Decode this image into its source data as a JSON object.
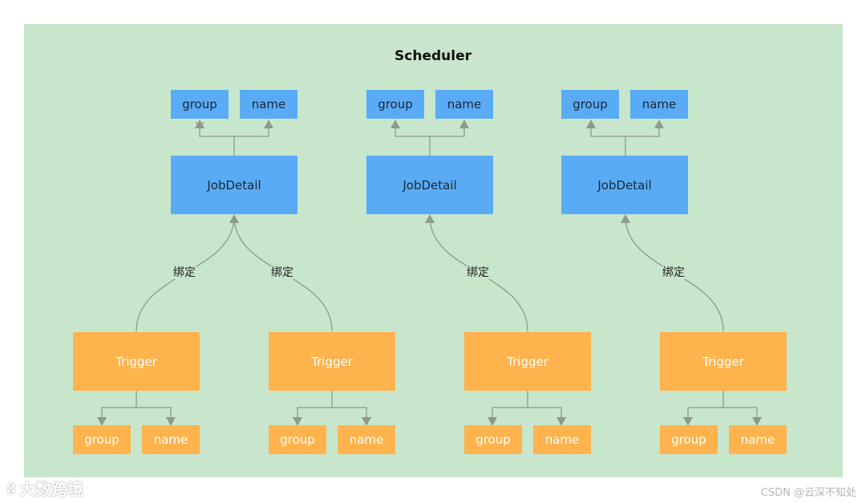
{
  "title": "Scheduler",
  "job_detail_label": "JobDetail",
  "trigger_label": "Trigger",
  "group_label": "group",
  "name_label": "name",
  "binding_label": "绑定",
  "watermark_left": "大数跨境",
  "watermark_right": "CSDN @云深不知处",
  "colors": {
    "panel": "#c8e6cb",
    "job_detail": "#5aabf5",
    "trigger": "#ffb34d",
    "connector": "#8c9a8d"
  }
}
